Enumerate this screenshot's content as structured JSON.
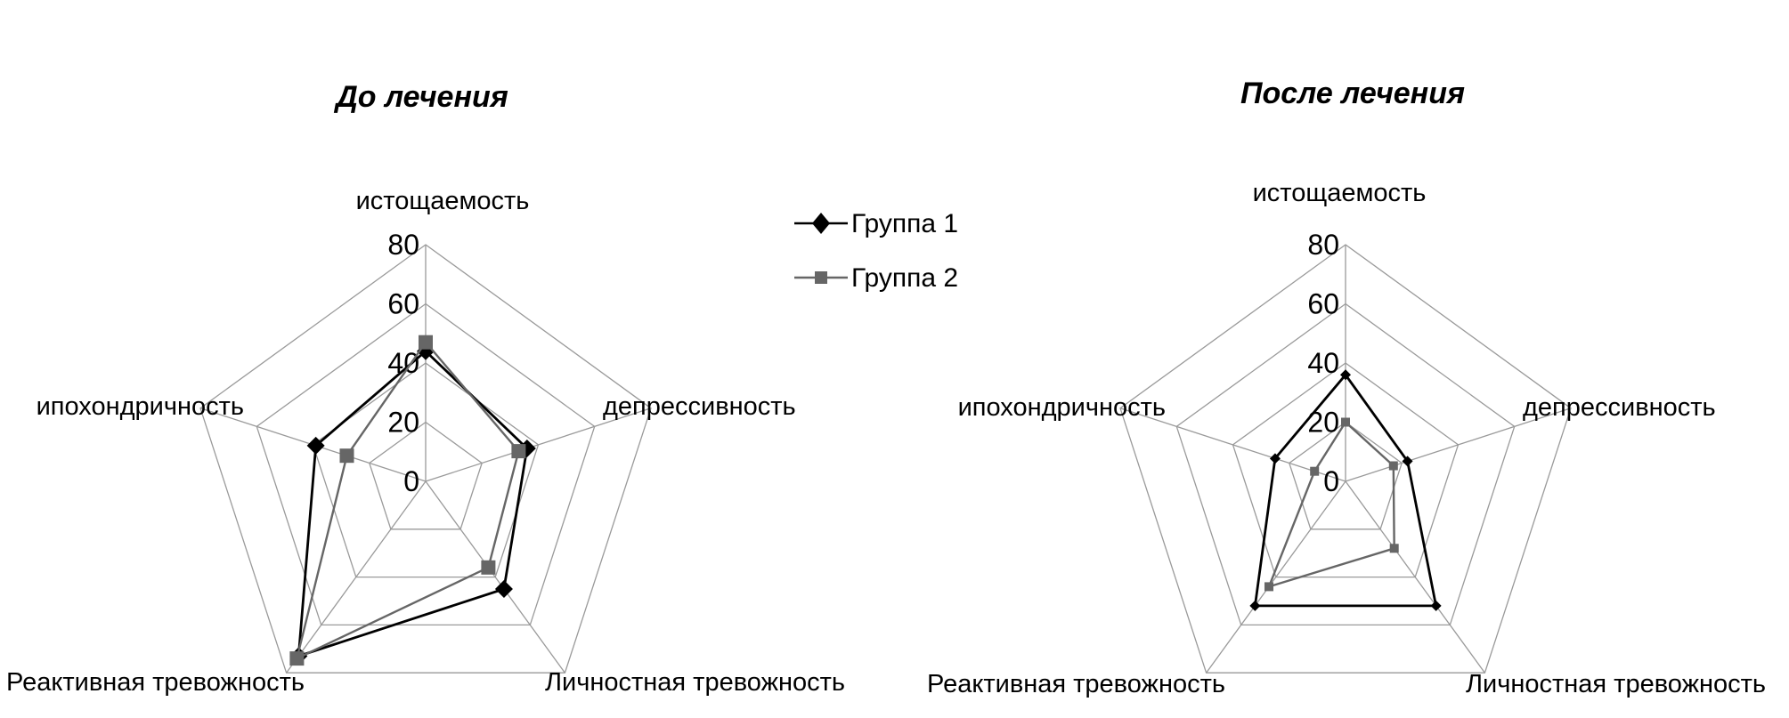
{
  "chart_data": [
    {
      "type": "radar",
      "title": "До лечения",
      "categories": [
        "истощаемость",
        "депрессивность",
        "Личностная тревожность",
        "Реактивная тревожность",
        "ипохондричность"
      ],
      "rlim": [
        0,
        80
      ],
      "ticks": [
        "0",
        "20",
        "40",
        "60",
        "80"
      ],
      "tick_values": [
        0,
        20,
        40,
        60,
        80
      ],
      "grid": true,
      "series": [
        {
          "name": "Группа 1",
          "values": [
            44,
            36,
            45,
            73,
            39
          ],
          "color": "#000000",
          "marker": "diamond"
        },
        {
          "name": "Группа 2",
          "values": [
            47,
            33,
            36,
            74,
            28
          ],
          "color": "#666666",
          "marker": "square"
        }
      ]
    },
    {
      "type": "radar",
      "title": "После лечения",
      "categories": [
        "истощаемость",
        "депрессивность",
        "Личностная тревожность",
        "Реактивная тревожность",
        "ипохондричность"
      ],
      "rlim": [
        0,
        80
      ],
      "ticks": [
        "0",
        "20",
        "40",
        "60",
        "80"
      ],
      "tick_values": [
        0,
        20,
        40,
        60,
        80
      ],
      "grid": true,
      "series": [
        {
          "name": "Группа 1",
          "values": [
            36,
            22,
            52,
            52,
            25
          ],
          "color": "#000000",
          "marker": "diamond"
        },
        {
          "name": "Группа 2",
          "values": [
            20,
            17,
            28,
            44,
            11
          ],
          "color": "#666666",
          "marker": "square"
        }
      ]
    }
  ],
  "legend": {
    "placement": "between-charts",
    "items": [
      {
        "label": "Группа 1",
        "color": "#000000",
        "marker": "diamond"
      },
      {
        "label": "Группа 2",
        "color": "#666666",
        "marker": "square"
      }
    ]
  }
}
